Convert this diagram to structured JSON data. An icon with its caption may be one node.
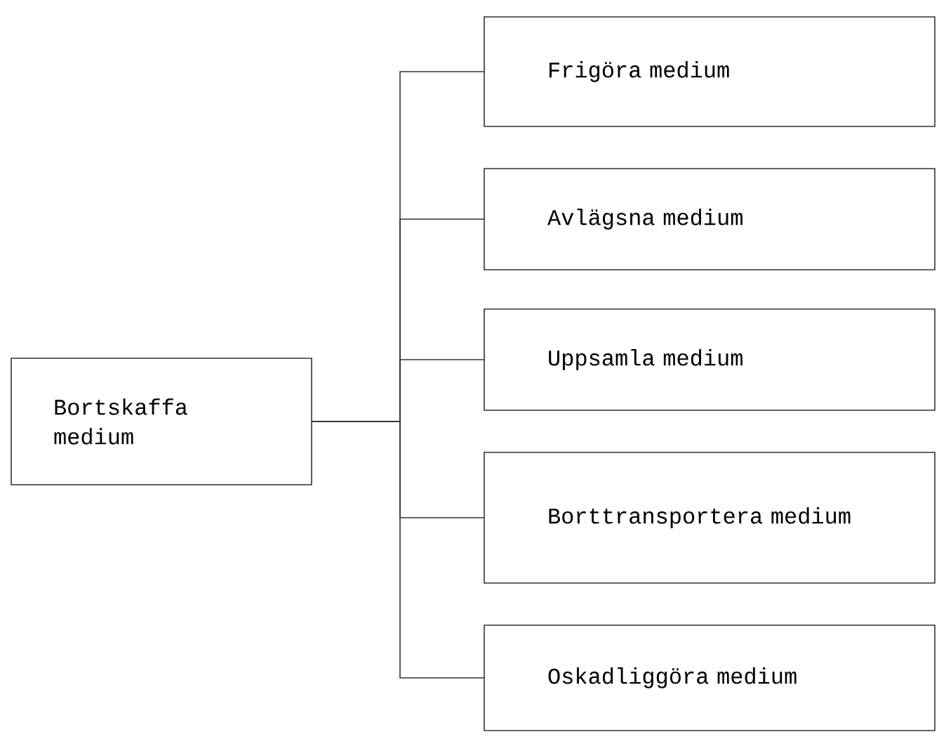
{
  "diagram": {
    "nodes": [
      {
        "text": [
          "Bortskaffa medium"
        ]
      },
      {
        "text": [
          "Frigöra medium"
        ]
      },
      {
        "text": [
          "Avlägsna medium"
        ]
      },
      {
        "text": [
          "Uppsamla medium"
        ]
      },
      {
        "text": [
          "Borttransportera medium"
        ]
      },
      {
        "text": [
          "Oskadliggöra medium"
        ]
      }
    ],
    "edges": [
      {
        "from": 0,
        "to": 1,
        "arrow": "none"
      },
      {
        "from": 0,
        "to": 2,
        "arrow": "none"
      },
      {
        "from": 0,
        "to": 3,
        "arrow": "none"
      },
      {
        "from": 0,
        "to": 4,
        "arrow": "none"
      },
      {
        "from": 0,
        "to": 5,
        "arrow": "none"
      }
    ]
  }
}
